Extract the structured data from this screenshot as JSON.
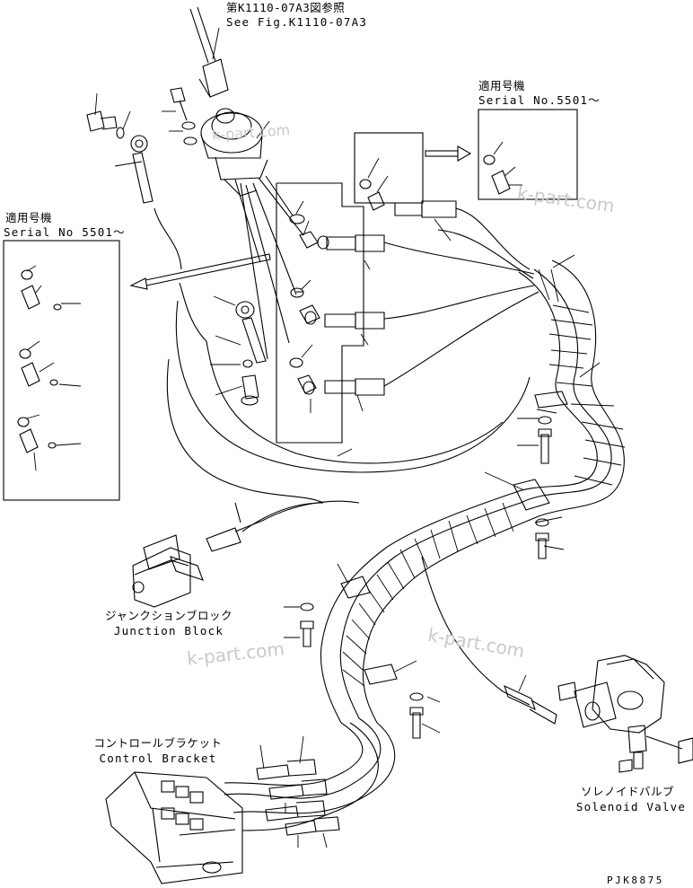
{
  "top_reference": {
    "jp": "第K1110-07A3図参照",
    "en": "See Fig.K1110-07A3"
  },
  "serial_box_left": {
    "jp": "適用号機",
    "en": "Serial No 5501～"
  },
  "serial_box_right": {
    "jp": "適用号機",
    "en": "Serial No.5501～"
  },
  "junction_block": {
    "jp": "ジャンクションブロック",
    "en": "Junction Block"
  },
  "control_bracket": {
    "jp": "コントロールブラケット",
    "en": "Control Bracket"
  },
  "solenoid_valve": {
    "jp": "ソレノイドバルブ",
    "en": "Solenoid Valve"
  },
  "drawing_code": "PJK8875",
  "watermark": "k-part.com"
}
